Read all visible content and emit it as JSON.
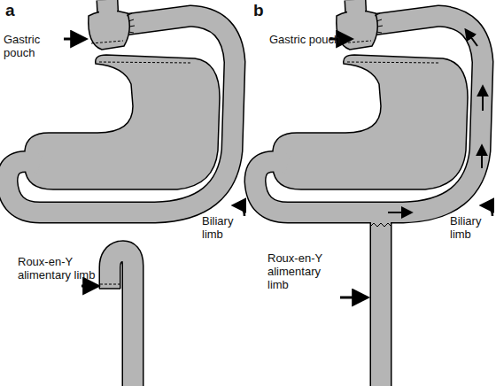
{
  "diagram": {
    "labels": [
      "a",
      "Gastric pouch",
      "Biliary limb",
      "Roux-en-Y alimentary limb",
      "b",
      "Gastric pouch",
      "Biliary limb",
      "Roux-en-Y alimentary limb"
    ]
  }
}
